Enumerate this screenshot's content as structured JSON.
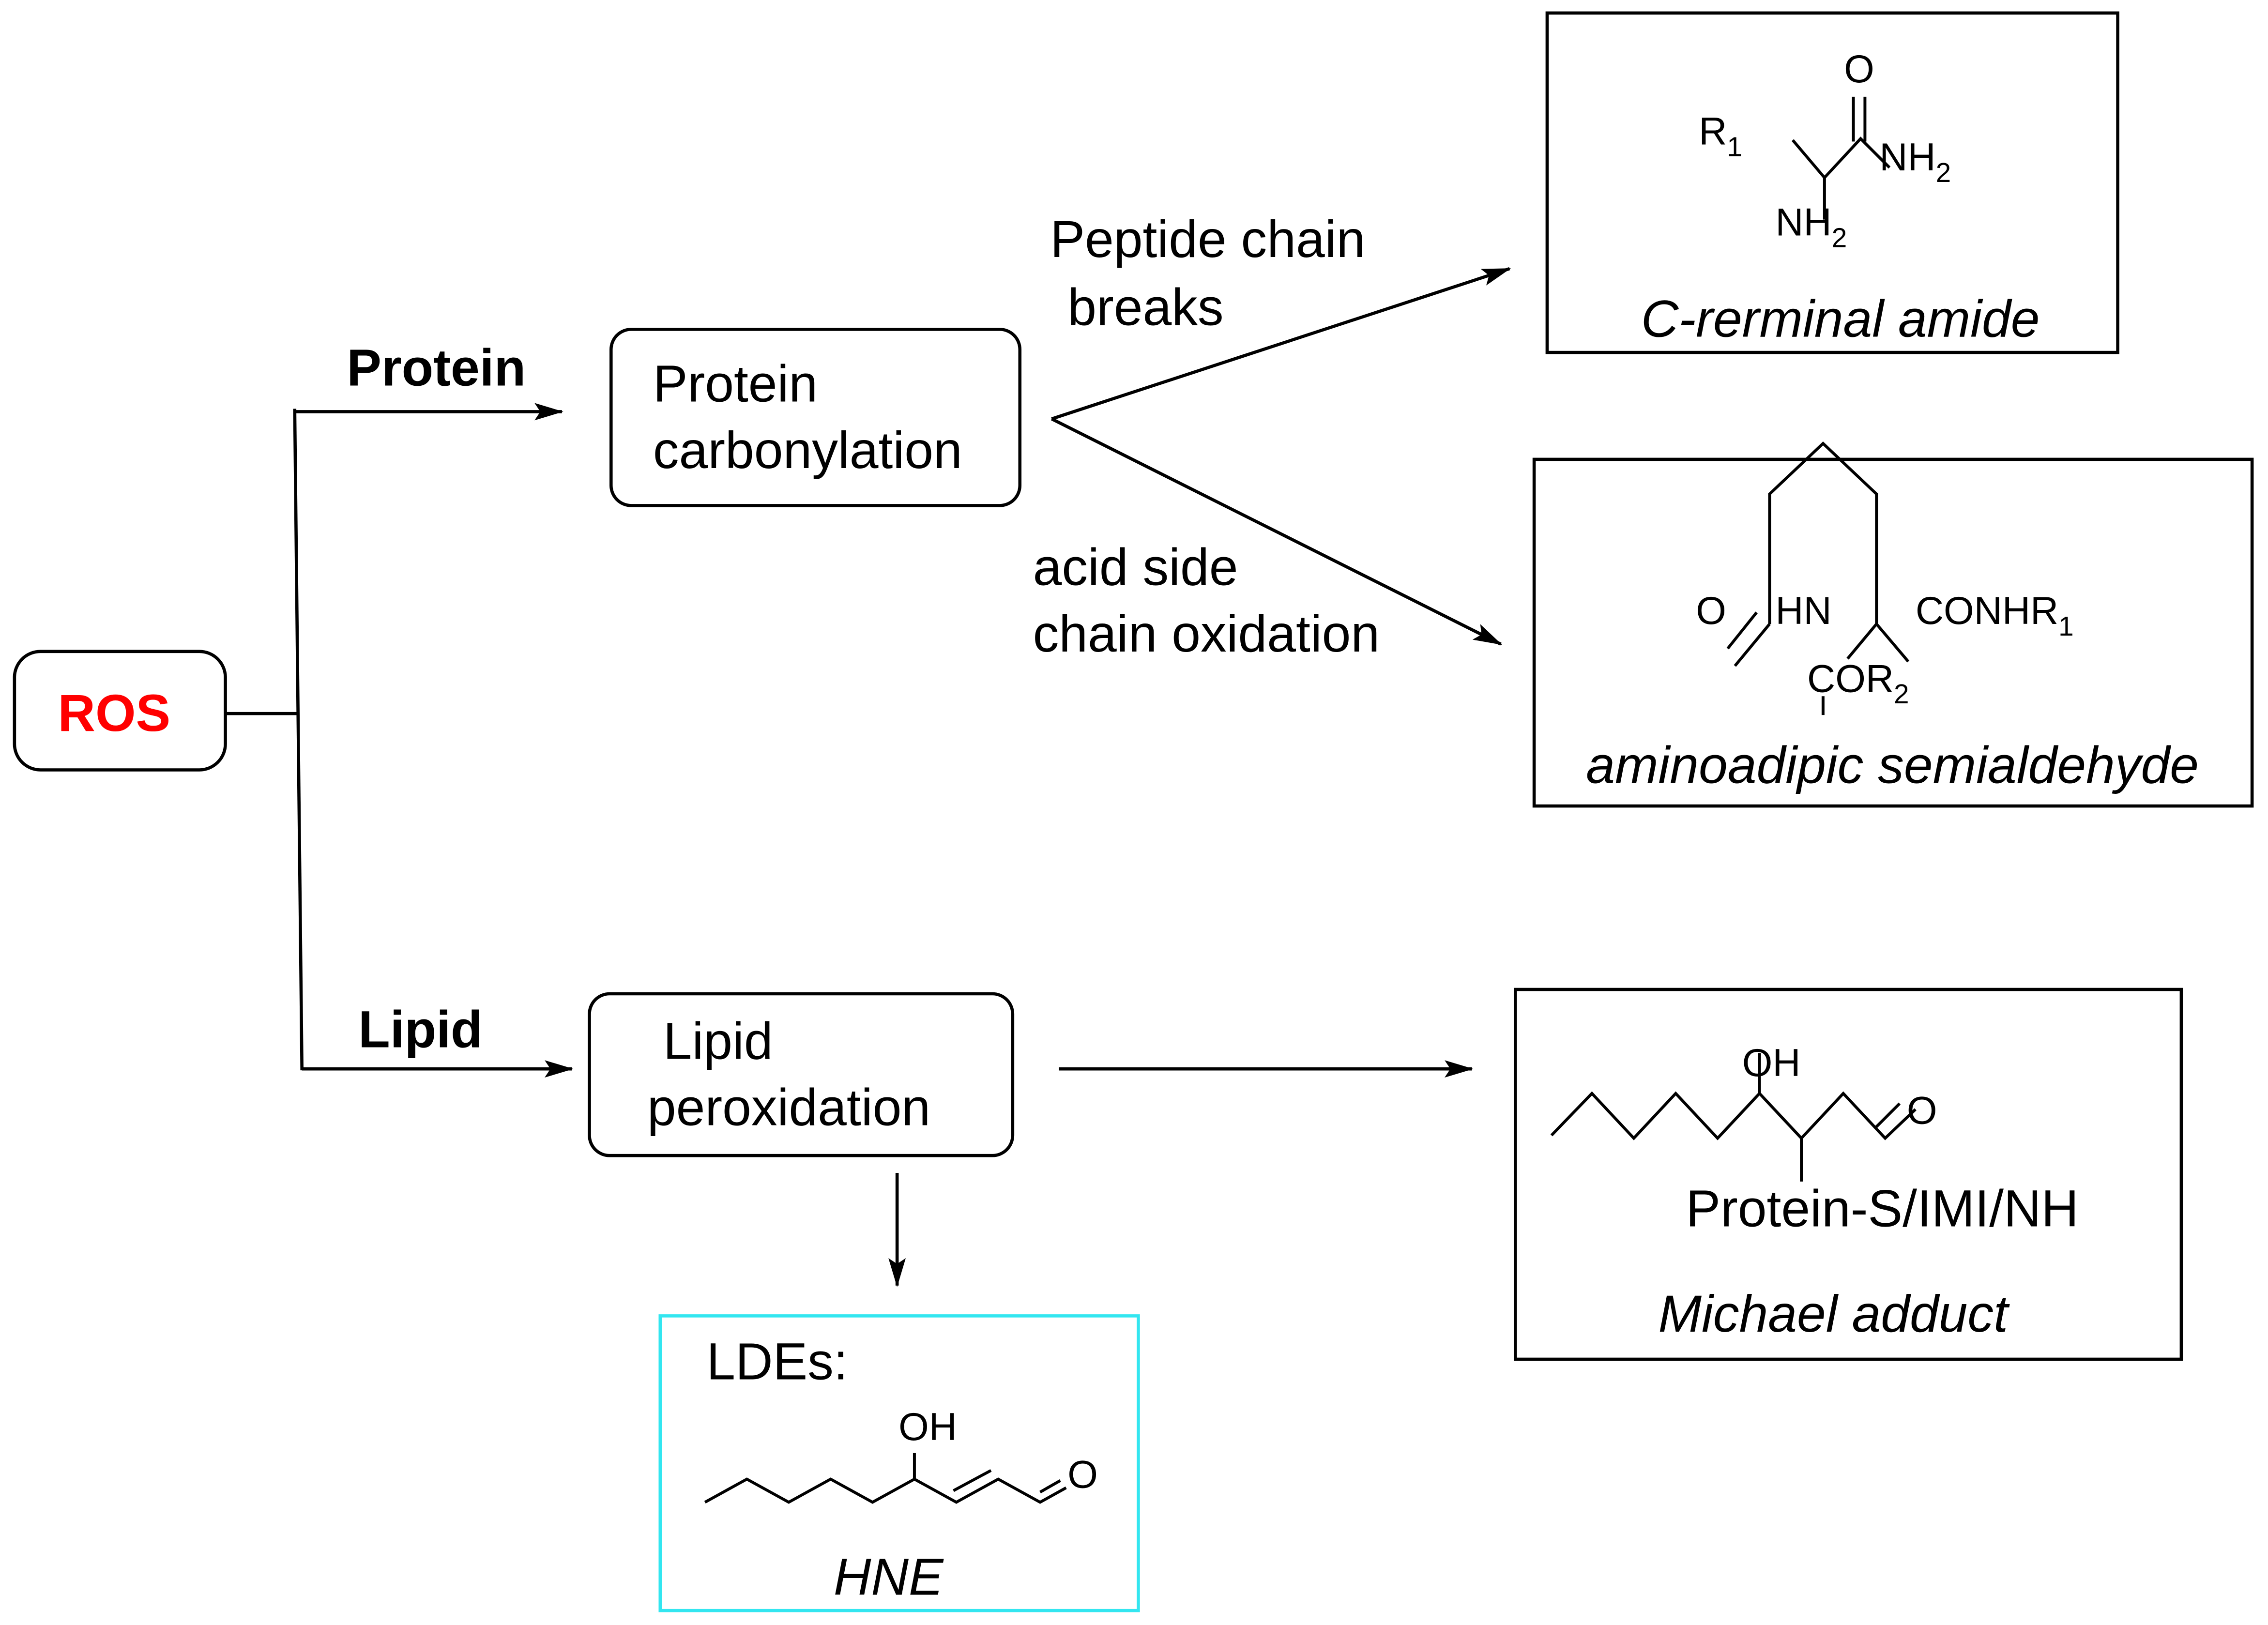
{
  "colors": {
    "ros": "#ff0000",
    "lde_border": "#33e6f0",
    "stroke": "#000000"
  },
  "root": {
    "label": "ROS"
  },
  "branches": {
    "protein": {
      "label": "Protein",
      "node": [
        "Protein",
        "carbonylation"
      ]
    },
    "lipid": {
      "label": "Lipid",
      "node": [
        "Lipid",
        "peroxidation"
      ]
    }
  },
  "pathways": {
    "peptide": [
      "Peptide chain",
      "breaks"
    ],
    "side_chain": [
      "acid side",
      "chain oxidation"
    ]
  },
  "products": {
    "c_terminal": {
      "caption": "C-rerminal amide",
      "atoms": {
        "r": "R",
        "r_sub": "1",
        "o": "O",
        "nh": "NH",
        "nh_sub": "2",
        "nh2": "NH",
        "nh2_sub": "2"
      }
    },
    "aminoadipic": {
      "caption": "aminoadipic semialdehyde",
      "atoms": {
        "o": "O",
        "hn": "HN",
        "conhr": "CONHR",
        "conhr_sub": "1",
        "cor": "COR",
        "cor_sub": "2"
      }
    },
    "michael": {
      "caption": "Michael adduct",
      "atoms": {
        "oh": "OH",
        "o": "O",
        "protein": "Protein-S/IMI/NH"
      }
    },
    "lde": {
      "title": "LDEs:",
      "caption": "HNE",
      "atoms": {
        "oh": "OH",
        "o": "O"
      }
    }
  }
}
